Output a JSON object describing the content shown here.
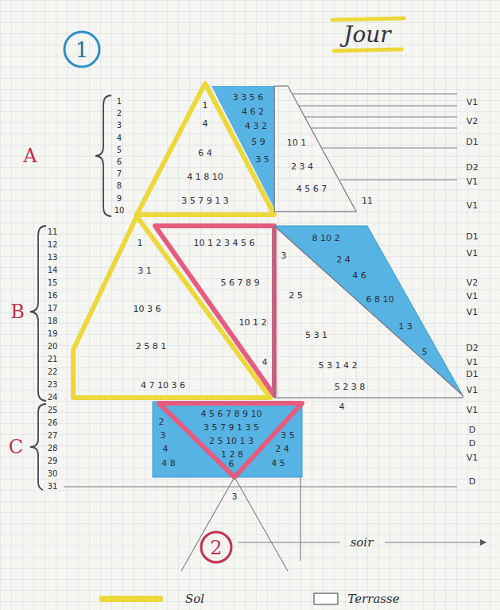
{
  "diagram": {
    "title": "Jour",
    "nodes": [
      {
        "text": [
          "1"
        ]
      },
      {
        "text": [
          "1",
          "4",
          "6 4",
          "4 1 8 10",
          "3 5 7 9 1 3"
        ]
      },
      {
        "text": [
          "3 3 5 6",
          "4 6 2",
          "4 3 2",
          "5 9",
          "3 5"
        ]
      },
      {
        "text": [
          "10 1",
          "2 3 4",
          "4 5 6 7"
        ]
      },
      {
        "text": [
          "1",
          "3 1",
          "10 3 6",
          "2 5 8 1",
          "4 7 10 3 6"
        ]
      },
      {
        "text": [
          "10 1 2 3 4 5 6",
          "5 6 7 8 9",
          "10 1 2",
          "4"
        ]
      },
      {
        "text": [
          "8 10 2",
          "2 4",
          "4 6",
          "6 8 10",
          "1 3",
          "5"
        ]
      },
      {
        "text": [
          "3",
          "2 5",
          "5 3 1",
          "5 3 1 4 2",
          "5 2 3 8"
        ]
      },
      {
        "text": [
          "2",
          "3",
          "4",
          "4 8",
          "3 5",
          "2 4",
          "4 5"
        ]
      },
      {
        "text": [
          "4 5 6 7 8 9 10",
          "3 5 7 9 1 3 5",
          "2 5 10 1 3",
          "1 2 8",
          "6"
        ],
        "in": 8
      },
      {
        "text": [
          "2"
        ]
      }
    ],
    "labels": [
      "A",
      "B",
      "C",
      "1",
      "2",
      "3",
      "4",
      "5",
      "6",
      "7",
      "8",
      "9",
      "10",
      "11",
      "12",
      "13",
      "14",
      "15",
      "16",
      "17",
      "18",
      "19",
      "20",
      "21",
      "22",
      "23",
      "24",
      "25",
      "26",
      "27",
      "28",
      "29",
      "30",
      "31",
      "V1",
      "V2",
      "D1",
      "D2",
      "V1",
      "V1",
      "D1",
      "V1",
      "V2",
      "V1",
      "V1",
      "D2",
      "V1",
      "D1",
      "V1",
      "V1",
      "D",
      "D",
      "V1",
      "D",
      "11",
      "4",
      "3",
      "soir"
    ],
    "legend": [
      {
        "text": "Sol",
        "color": "#ecd83a"
      },
      {
        "text": "Terrasse"
      }
    ]
  }
}
